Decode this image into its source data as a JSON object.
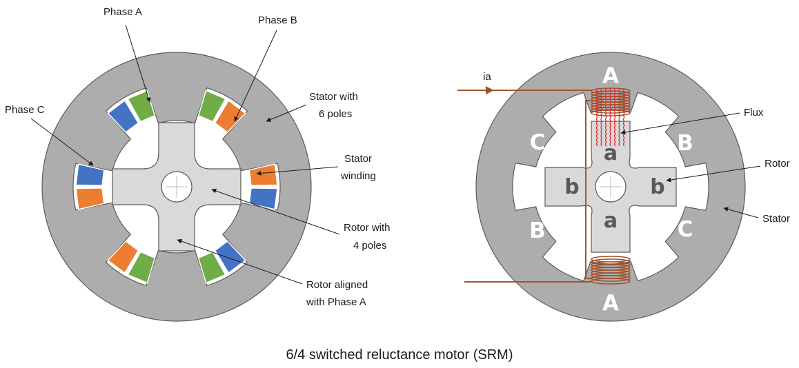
{
  "caption": "6/4 switched reluctance motor (SRM)",
  "colors": {
    "stator": "#adadad",
    "rotor": "#d9d9d9",
    "phase_a": "#70ad47",
    "phase_b": "#ed7d31",
    "phase_c": "#4472c4",
    "coil": "#a0522d",
    "flux": "#e8262a"
  },
  "left_diagram": {
    "labels": {
      "phase_a": "Phase A",
      "phase_b": "Phase B",
      "phase_c": "Phase C",
      "stator_line1": "Stator with",
      "stator_line2": "6 poles",
      "winding_line1": "Stator",
      "winding_line2": "winding",
      "rotor_line1": "Rotor with",
      "rotor_line2": "4 poles",
      "aligned_line1": "Rotor aligned",
      "aligned_line2": "with Phase A"
    }
  },
  "right_diagram": {
    "labels": {
      "current": "ia",
      "flux": "Flux",
      "rotor": "Rotor",
      "stator": "Stator"
    },
    "stator_poles": {
      "top": "A",
      "bottom": "A",
      "upper_left": "C",
      "upper_right": "B",
      "lower_left": "B",
      "lower_right": "C"
    },
    "rotor_poles": {
      "top": "a",
      "bottom": "a",
      "left": "b",
      "right": "b"
    }
  }
}
